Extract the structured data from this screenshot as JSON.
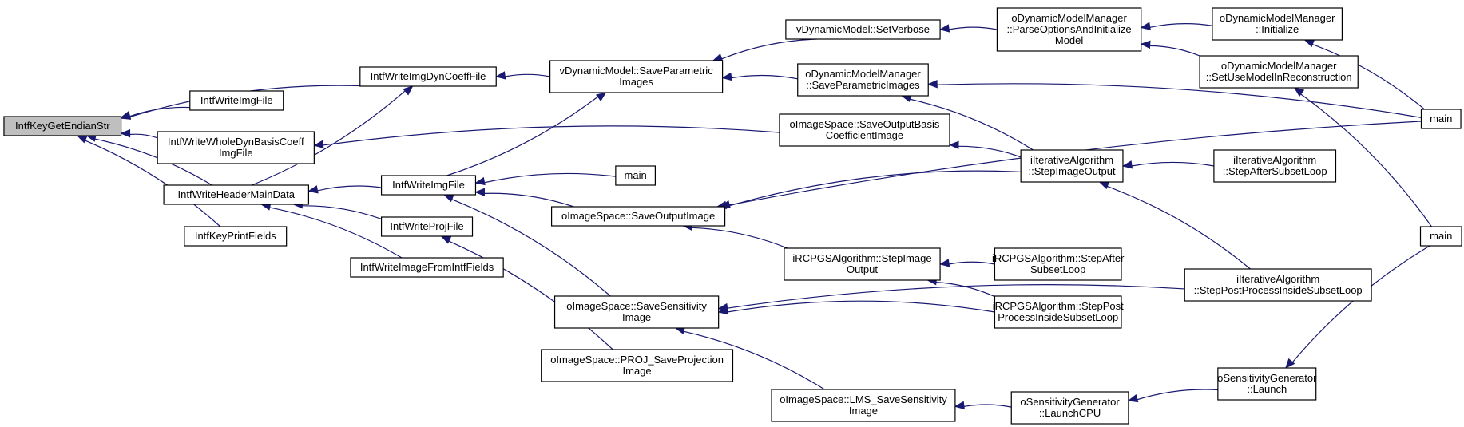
{
  "graph": {
    "edge_color": "#191970",
    "root_fill": "#bfbfbf",
    "nodes": [
      {
        "id": "n0",
        "lines": [
          "IntfKeyGetEndianStr"
        ],
        "root": true
      },
      {
        "id": "n1",
        "lines": [
          "IntfWriteImgDynCoeffFile"
        ]
      },
      {
        "id": "n2",
        "lines": [
          "IntfWriteImgFile"
        ]
      },
      {
        "id": "n3",
        "lines": [
          "IntfWriteWholeDynBasisCoeff",
          "ImgFile"
        ]
      },
      {
        "id": "n4",
        "lines": [
          "IntfWriteHeaderMainData"
        ]
      },
      {
        "id": "n5",
        "lines": [
          "IntfKeyPrintFields"
        ]
      },
      {
        "id": "n6",
        "lines": [
          "vDynamicModel::SaveParametric",
          "Images"
        ]
      },
      {
        "id": "n7",
        "lines": [
          "oImageSpace::SaveOutputBasis",
          "CoefficientImage"
        ]
      },
      {
        "id": "n8",
        "lines": [
          "IntfWriteImgFile"
        ]
      },
      {
        "id": "n9",
        "lines": [
          "IntfWriteProjFile"
        ]
      },
      {
        "id": "n10",
        "lines": [
          "IntfWriteImageFromIntfFields"
        ]
      },
      {
        "id": "n11",
        "lines": [
          "vDynamicModel::SetVerbose"
        ]
      },
      {
        "id": "n12",
        "lines": [
          "oDynamicModelManager",
          "::SaveParametricImages"
        ]
      },
      {
        "id": "n13",
        "lines": [
          "iIterativeAlgorithm",
          "::StepImageOutput"
        ]
      },
      {
        "id": "n14",
        "lines": [
          "main"
        ]
      },
      {
        "id": "n15",
        "lines": [
          "oImageSpace::SaveOutputImage"
        ]
      },
      {
        "id": "n16",
        "lines": [
          "oImageSpace::SaveSensitivity",
          "Image"
        ]
      },
      {
        "id": "n17",
        "lines": [
          "oImageSpace::PROJ_SaveProjection",
          "Image"
        ]
      },
      {
        "id": "n18",
        "lines": [
          "oDynamicModelManager",
          "::ParseOptionsAndInitialize",
          "Model"
        ]
      },
      {
        "id": "n19",
        "lines": [
          "main"
        ]
      },
      {
        "id": "n20",
        "lines": [
          "iRCPGSAlgorithm::StepImage",
          "Output"
        ]
      },
      {
        "id": "n21",
        "lines": [
          "oImageSpace::LMS_SaveSensitivity",
          "Image"
        ]
      },
      {
        "id": "n22",
        "lines": [
          "oDynamicModelManager",
          "::Initialize"
        ]
      },
      {
        "id": "n23",
        "lines": [
          "oDynamicModelManager",
          "::SetUseModelInReconstruction"
        ]
      },
      {
        "id": "n24",
        "lines": [
          "iIterativeAlgorithm",
          "::StepAfterSubsetLoop"
        ]
      },
      {
        "id": "n25",
        "lines": [
          "iRCPGSAlgorithm::StepAfter",
          "SubsetLoop"
        ]
      },
      {
        "id": "n26",
        "lines": [
          "iIterativeAlgorithm",
          "::StepPostProcessInsideSubsetLoop"
        ]
      },
      {
        "id": "n27",
        "lines": [
          "iRCPGSAlgorithm::StepPost",
          "ProcessInsideSubsetLoop"
        ]
      },
      {
        "id": "n28",
        "lines": [
          "oSensitivityGenerator",
          "::LaunchCPU"
        ]
      },
      {
        "id": "n29",
        "lines": [
          "oSensitivityGenerator",
          "::Launch"
        ]
      },
      {
        "id": "n30",
        "lines": [
          "main"
        ]
      }
    ],
    "edges": [
      {
        "from": "n1",
        "to": "n0"
      },
      {
        "from": "n2",
        "to": "n0"
      },
      {
        "from": "n3",
        "to": "n0"
      },
      {
        "from": "n4",
        "to": "n0"
      },
      {
        "from": "n5",
        "to": "n0"
      },
      {
        "from": "n6",
        "to": "n1"
      },
      {
        "from": "n4",
        "to": "n1"
      },
      {
        "from": "n7",
        "to": "n3"
      },
      {
        "from": "n8",
        "to": "n4"
      },
      {
        "from": "n9",
        "to": "n4"
      },
      {
        "from": "n10",
        "to": "n4"
      },
      {
        "from": "n11",
        "to": "n6"
      },
      {
        "from": "n12",
        "to": "n6"
      },
      {
        "from": "n8",
        "to": "n6"
      },
      {
        "from": "n13",
        "to": "n7"
      },
      {
        "from": "n14",
        "to": "n8"
      },
      {
        "from": "n15",
        "to": "n8"
      },
      {
        "from": "n16",
        "to": "n8"
      },
      {
        "from": "n17",
        "to": "n9"
      },
      {
        "from": "n18",
        "to": "n11"
      },
      {
        "from": "n13",
        "to": "n12"
      },
      {
        "from": "n19",
        "to": "n12"
      },
      {
        "from": "n24",
        "to": "n13"
      },
      {
        "from": "n26",
        "to": "n13"
      },
      {
        "from": "n13",
        "to": "n15"
      },
      {
        "from": "n19",
        "to": "n15"
      },
      {
        "from": "n20",
        "to": "n15"
      },
      {
        "from": "n25",
        "to": "n20"
      },
      {
        "from": "n27",
        "to": "n20"
      },
      {
        "from": "n27",
        "to": "n16"
      },
      {
        "from": "n26",
        "to": "n16"
      },
      {
        "from": "n21",
        "to": "n16"
      },
      {
        "from": "n28",
        "to": "n21"
      },
      {
        "from": "n29",
        "to": "n28"
      },
      {
        "from": "n30",
        "to": "n29"
      },
      {
        "from": "n22",
        "to": "n18"
      },
      {
        "from": "n23",
        "to": "n18"
      },
      {
        "from": "n19",
        "to": "n22"
      },
      {
        "from": "n30",
        "to": "n23"
      }
    ]
  }
}
